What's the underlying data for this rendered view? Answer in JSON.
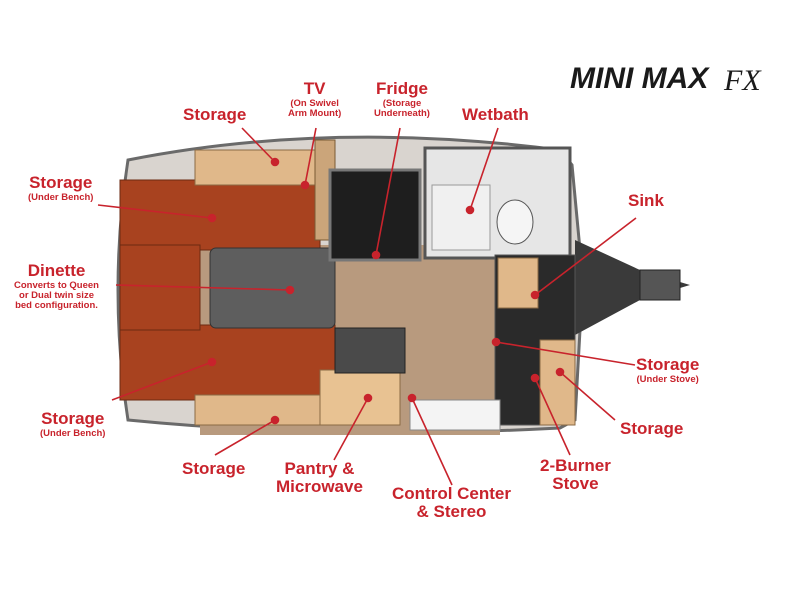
{
  "brand": {
    "logo_name": "MINI MAX",
    "logo_suffix": "FX",
    "accent_color": "#c8232c"
  },
  "labels": {
    "storage_top": {
      "main": "Storage"
    },
    "tv": {
      "main": "TV",
      "sub1": "(On Swivel",
      "sub2": "Arm Mount)"
    },
    "fridge": {
      "main": "Fridge",
      "sub1": "(Storage",
      "sub2": "Underneath)"
    },
    "wetbath": {
      "main": "Wetbath"
    },
    "storage_under_bench_top": {
      "main": "Storage",
      "sub1": "(Under Bench)"
    },
    "sink": {
      "main": "Sink"
    },
    "dinette": {
      "main": "Dinette",
      "sub1": "Converts to Queen",
      "sub2": "or Dual twin size",
      "sub3": "bed configuration."
    },
    "storage_under_stove": {
      "main": "Storage",
      "sub1": "(Under Stove)"
    },
    "storage_under_bench_bottom": {
      "main": "Storage",
      "sub1": "(Under Bench)"
    },
    "storage_right": {
      "main": "Storage"
    },
    "storage_bottom": {
      "main": "Storage"
    },
    "pantry": {
      "main": "Pantry &",
      "sub1": "Microwave"
    },
    "control_center": {
      "main": "Control Center",
      "sub1": "& Stereo"
    },
    "stove": {
      "main": "2-Burner",
      "sub1": "Stove"
    }
  }
}
